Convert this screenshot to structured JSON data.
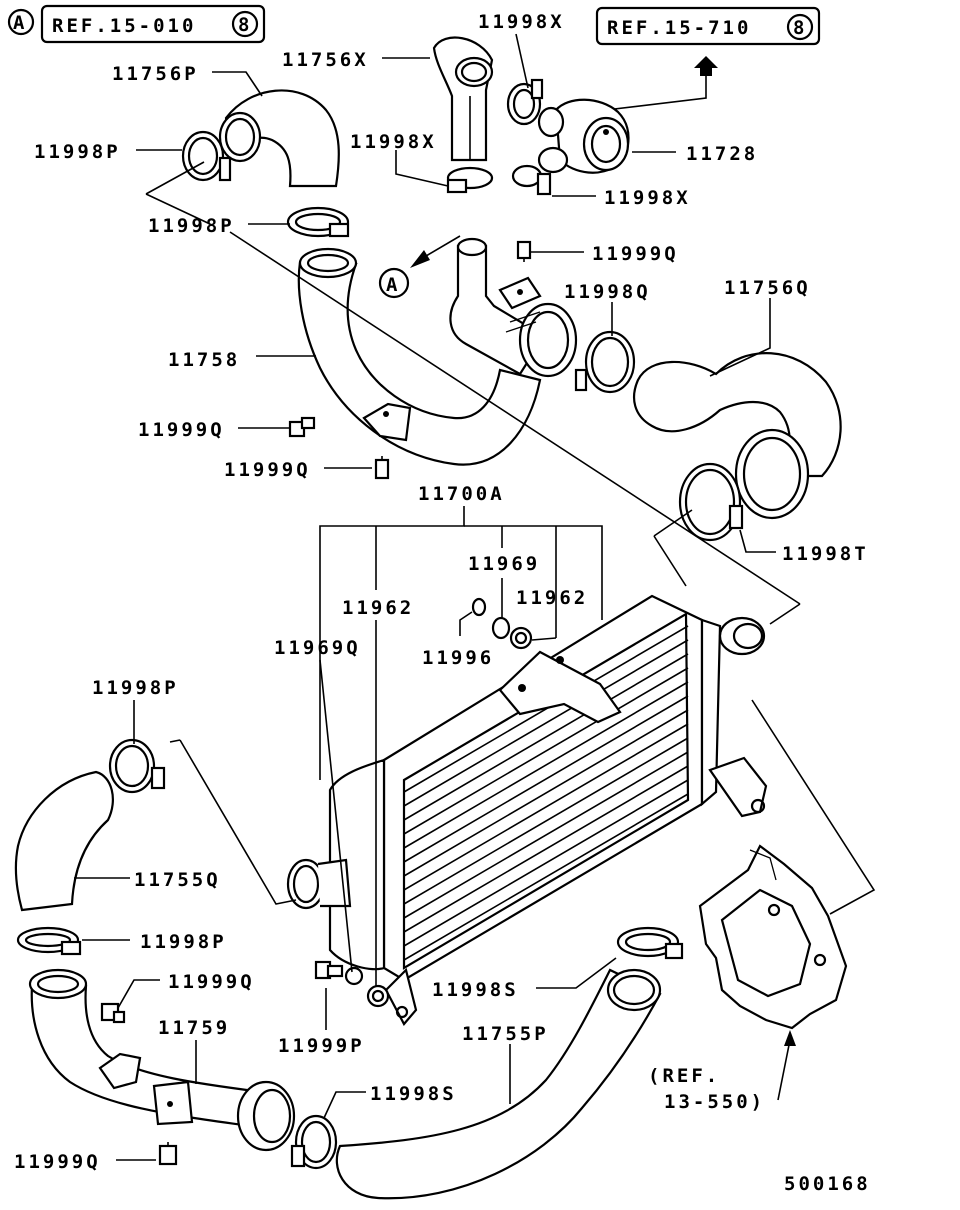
{
  "diagram": {
    "figure_number": "500168",
    "refs": {
      "ref_a_marker": "A",
      "ref_15_010": "REF.15-010",
      "ref_15_010_circle": "8",
      "ref_15_710": "REF.15-710",
      "ref_15_710_circle": "8",
      "arrow_a_marker": "A",
      "ref_13_550_line1": "(REF.",
      "ref_13_550_line2": "13-550)"
    },
    "labels": {
      "p11756P": "11756P",
      "p11756X": "11756X",
      "p11998X_top": "11998X",
      "p11998P_a": "11998P",
      "p11998X_mid": "11998X",
      "p11728": "11728",
      "p11998X_right": "11998X",
      "p11998P_b": "11998P",
      "p11999Q_a": "11999Q",
      "p11998Q": "11998Q",
      "p11756Q": "11756Q",
      "p11758": "11758",
      "p11999Q_b": "11999Q",
      "p11999Q_c": "11999Q",
      "p11700A": "11700A",
      "p11998T": "11998T",
      "p11969": "11969",
      "p11962_a": "11962",
      "p11962_b": "11962",
      "p11969Q": "11969Q",
      "p11996": "11996",
      "p11998P_c": "11998P",
      "p11755Q": "11755Q",
      "p11998P_d": "11998P",
      "p11999Q_d": "11999Q",
      "p11998S_a": "11998S",
      "p11759": "11759",
      "p11999P": "11999P",
      "p11755P": "11755P",
      "p11998S_b": "11998S",
      "p11999Q_e": "11999Q"
    }
  }
}
